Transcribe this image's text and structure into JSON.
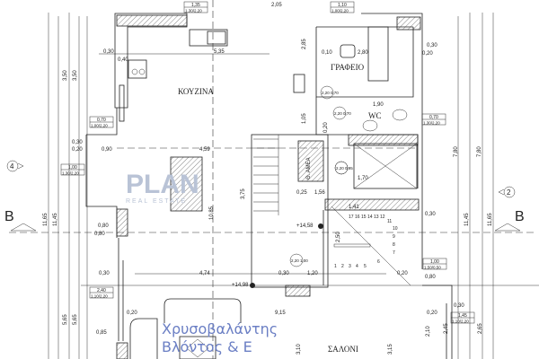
{
  "rooms": {
    "kitchen": "ΚΟΥΖΙΝΑ",
    "office": "ΓΡΑΦΕΙΟ",
    "wc": "WC",
    "living": "ΣΑΛΟΝΙ",
    "elevator": "Θ. ΑΜΕΑ"
  },
  "axes": {
    "left_marker": "4",
    "right_marker": "2",
    "section_left": "B",
    "section_right": "B"
  },
  "dimensions": {
    "d_535": "5,35",
    "d_205": "2,05",
    "d_285": "2,85",
    "d_030a": "0,30",
    "d_040": "0,40",
    "d_350a": "3,50",
    "d_350b": "3,50",
    "d_459": "4,59",
    "d_090": "0,90",
    "d_030b": "0,30",
    "d_020a": "0,20",
    "d_010a": "0,10",
    "d_280": "2,80",
    "d_030c": "0,30",
    "d_020b": "0,20",
    "d_190": "1,90",
    "d_105": "1,05",
    "d_020c": "0,20",
    "d_780a": "7,80",
    "d_780b": "7,80",
    "d_1165a": "11,65",
    "d_1145a": "11,45",
    "d_1145b": "11,45",
    "d_1165b": "11,65",
    "d_080a": "0,80",
    "d_080b": "0,80",
    "d_474": "4,74",
    "d_030d": "0,30",
    "d_020d": "0,20",
    "d_085": "0,85",
    "d_565a": "5,65",
    "d_565b": "5,65",
    "d_915": "9,15",
    "d_310a": "3,10",
    "d_315": "3,15",
    "d_025": "0,25",
    "d_156": "1,56",
    "d_141": "1,41",
    "d_120": "1,20",
    "d_030e": "0,30",
    "d_020e": "0,20",
    "d_030f": "0,30",
    "d_080c": "0,80",
    "d_030g": "0,30",
    "d_020f": "0,20",
    "d_210": "2,10",
    "d_245": "2,45",
    "d_265": "2,65",
    "d_375": "3,75",
    "d_250": "2,50",
    "d_170": "1,70",
    "d_1085": "10,85"
  },
  "openings": {
    "o1": [
      "1,35",
      "1,30/2,20"
    ],
    "o2": [
      "1,10",
      "1,00/2,20"
    ],
    "o3": [
      "0,70",
      "1,00/2,20"
    ],
    "o4": [
      "0,70",
      "1,30/2,20"
    ],
    "o5": [
      "1,00",
      "1,50/0,50"
    ],
    "o6": [
      "2,40",
      "1,10/2,20"
    ],
    "o7": [
      "1,45",
      "1,10/2,20"
    ],
    "o8": [
      "1,00",
      "1,30/2,20"
    ]
  },
  "door_tags": [
    "2,20 0,70",
    "2,20 0,70",
    "2,20 0,95",
    "2,20 1,00"
  ],
  "levels": [
    "+14,58",
    "+14,98"
  ],
  "stair_steps": [
    "1",
    "2",
    "3",
    "4",
    "5",
    "6",
    "7",
    "8",
    "9",
    "10",
    "11",
    "12",
    "13",
    "14",
    "15",
    "16",
    "17"
  ],
  "watermark": {
    "logo": "PLAN",
    "sub": "REAL ESTATE",
    "diag": "Χρυσοβαλάντης Βλόντος & Ε"
  }
}
